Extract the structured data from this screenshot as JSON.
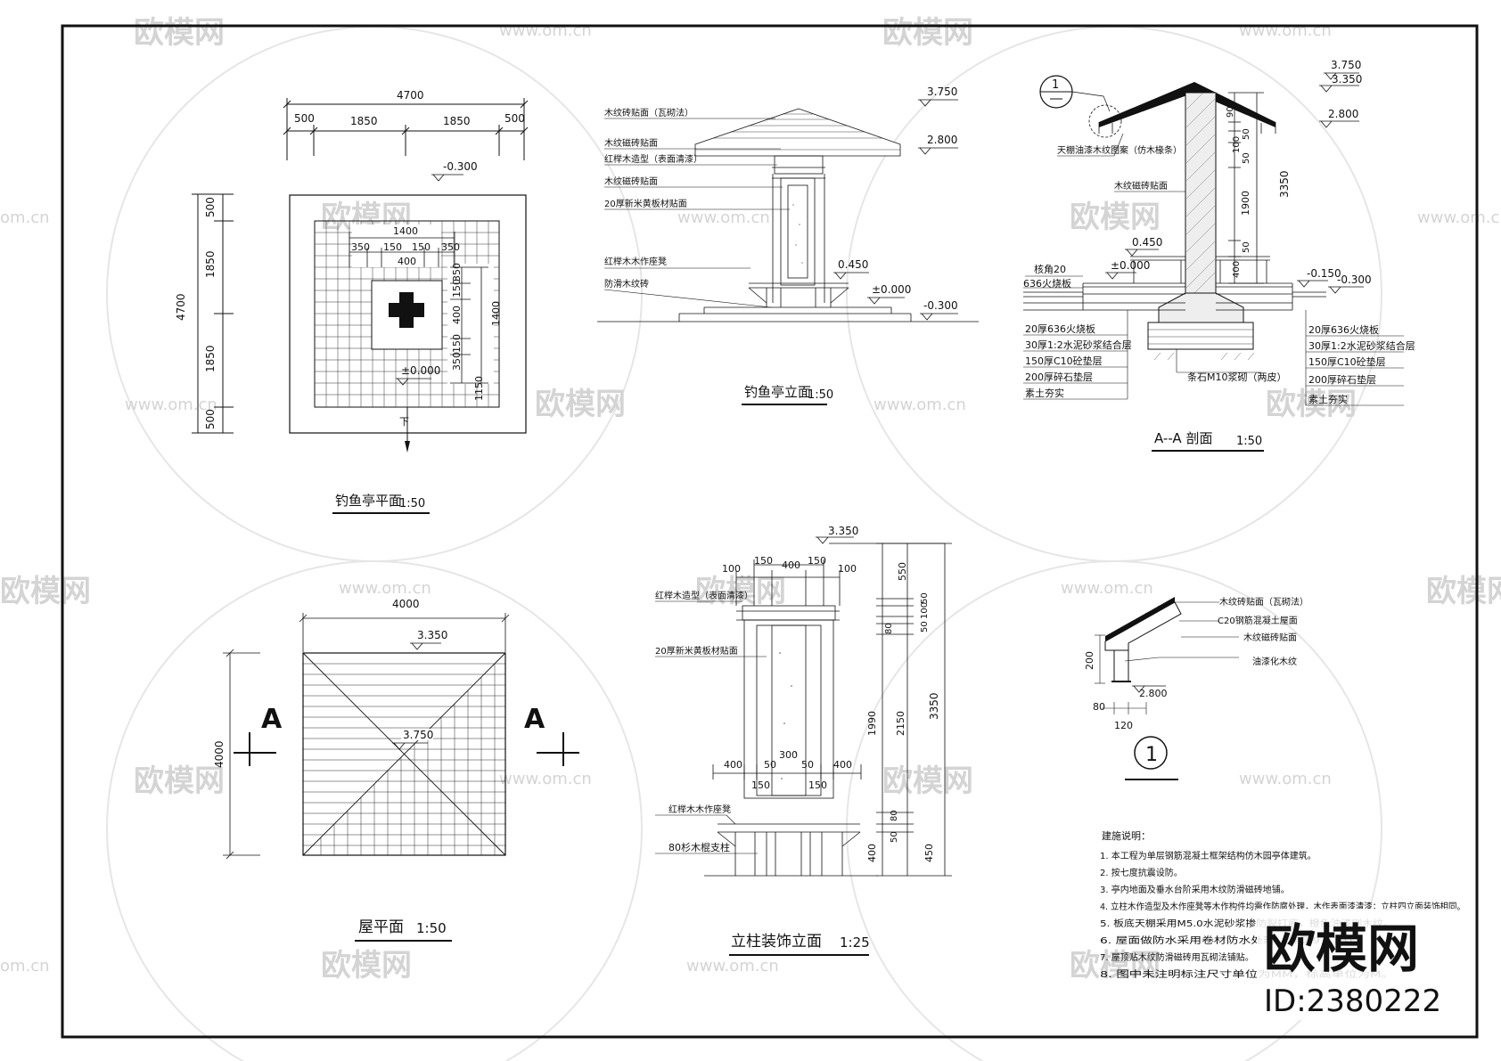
{
  "colors": {
    "ink": "#111111",
    "paper": "#ffffff",
    "watermark": "#d4d4d4"
  },
  "watermark": {
    "brand": "欧模网",
    "url": "www.om.cn",
    "url_short": "om.cn",
    "id": "ID:2380222"
  },
  "plan": {
    "title": "钓鱼亭平面",
    "scale": "1:50",
    "dim_total": "4700",
    "dim_500": "500",
    "dim_1850": "1850",
    "elev_top": "-0.300",
    "elev_center": "±0.000",
    "inner_1400": "1400",
    "inner_350": "350",
    "inner_150": "150",
    "inner_400": "400",
    "inner_1150": "1150",
    "down_label": "下"
  },
  "elevation": {
    "title": "钓鱼亭立面",
    "scale": "1:50",
    "e_3750": "3.750",
    "e_2800": "2.800",
    "e_0450": "0.450",
    "e_0000": "±0.000",
    "e_m0300": "-0.300",
    "labels": [
      "木纹砖贴面（瓦砌法）",
      "木纹磁砖贴面",
      "红榉木造型（表面清漆）",
      "木纹磁砖贴面",
      "20厚新米黄板材贴面",
      "红榉木木作座凳",
      "防滑木纹砖"
    ]
  },
  "section": {
    "title": "A--A 剖面",
    "scale": "1:50",
    "callout": "1",
    "e_3750": "3.750",
    "e_3350": "3.350",
    "e_2800": "2.800",
    "e_0450": "0.450",
    "e_0000": "±0.000",
    "e_m0150": "-0.150",
    "e_m0300": "-0.300",
    "ceiling_label": "天棚油漆木纹图案（仿木椽条）",
    "tile_label": "木纹磁砖贴面",
    "dim_3350": "3350",
    "dim_1900": "1900",
    "dim_90": "90",
    "dim_50": "50",
    "dim_100": "100",
    "dim_400": "400",
    "core_label": "核角20",
    "fire_label": "636火烧板",
    "layers_left": [
      "20厚636火烧板",
      "30厚1:2水泥砂浆结合层",
      "150厚C10砼垫层",
      "200厚碎石垫层",
      "素土夯实"
    ],
    "layers_right": [
      "20厚636火烧板",
      "30厚1:2水泥砂浆结合层",
      "150厚C10砼垫层",
      "200厚碎石垫层",
      "素土夯实"
    ],
    "footing_label": "条石M10浆砌（两皮）"
  },
  "roof": {
    "title": "屋平面",
    "scale": "1:50",
    "dim_4000": "4000",
    "e_3350": "3.350",
    "e_3750": "3.750",
    "section_mark": "A"
  },
  "column": {
    "title": "立柱装饰立面",
    "scale": "1:25",
    "e_3350": "3.350",
    "dims_top": [
      "100",
      "150",
      "400",
      "150",
      "100"
    ],
    "dims_bottom": [
      "400",
      "50",
      "300",
      "50",
      "400"
    ],
    "dims_150": "150",
    "right_dims": [
      "550",
      "50",
      "100",
      "50",
      "80",
      "1990",
      "2150",
      "3350",
      "80",
      "50",
      "400",
      "450"
    ],
    "labels": [
      "红榉木造型（表面清漆）",
      "20厚新米黄板材贴面",
      "红榉木木作座凳",
      "80杉木棍支柱"
    ]
  },
  "detail": {
    "number": "1",
    "labels": [
      "木纹砖贴面（瓦砌法）",
      "C20钢筋混凝土屋面",
      "木纹磁砖贴面",
      "油漆化木纹"
    ],
    "dim_200": "200",
    "dim_80": "80",
    "dim_120": "120",
    "e_2800": "2.800"
  },
  "notes": {
    "heading": "建施说明：",
    "items": [
      "1. 本工程为单层钢筋混凝土框架结构仿木园亭体建筑。",
      "2. 按七度抗震设防。",
      "3. 亭内地面及垂水台阶采用木纹防滑磁砖地铺。",
      "4. 立柱木作造型及木作座凳等木作构件均需作防腐处理，木作表面漆清漆；立柱四立面装饰相同。",
      "5. 板底天棚采用M5.0水泥砂浆掺防裂打底，橙色油漆刷木纹。",
      "6. 屋面做防水采用卷材防水处理，详国93J101。",
      "7. 屋顶贴木纹防滑磁砖用瓦砌法铺贴。",
      "8. 图中未注明标注尺寸单位为MM，标高单位为M。"
    ]
  }
}
